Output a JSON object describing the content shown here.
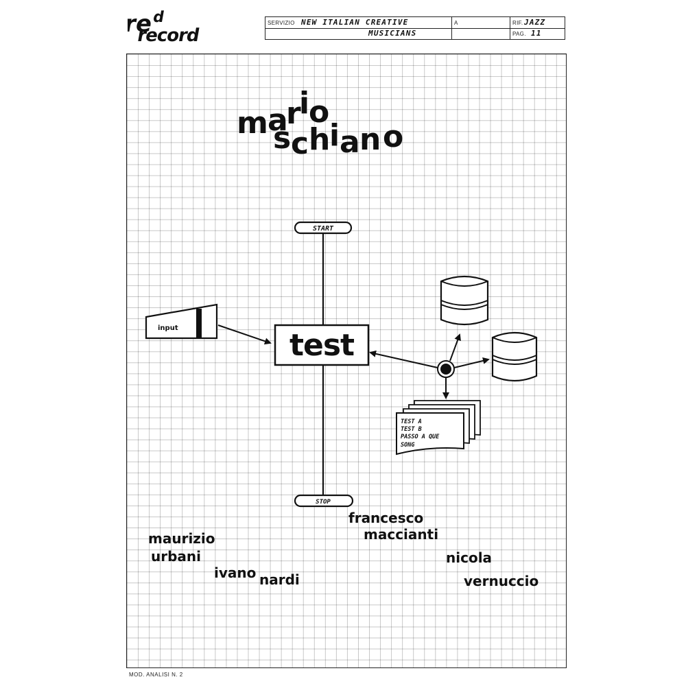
{
  "logo": {
    "text": "red record"
  },
  "header": {
    "servizio_label": "SERVIZIO",
    "servizio_line1": "NEW ITALIAN CREATIVE",
    "servizio_line2": "MUSICIANS",
    "a_label": "A",
    "rif_label": "RIF.",
    "rif_value": "JAZZ",
    "pag_label": "PAG.",
    "pag_value": "11"
  },
  "title": {
    "first": "mario",
    "last": "schiano"
  },
  "flow": {
    "start_label": "START",
    "stop_label": "STOP",
    "process_label": "test",
    "input_label": "input",
    "document_lines": [
      "TEST A",
      "TEST B",
      "PASSO A QUE",
      "SONG"
    ]
  },
  "credits": {
    "p1_first": "maurizio",
    "p1_last": "urbani",
    "p2_first": "ivano",
    "p2_last": "nardi",
    "p3_first": "francesco",
    "p3_last": "maccianti",
    "p4_first": "nicola",
    "p4_last": "vernuccio"
  },
  "footer": {
    "form_code": "MOD. ANALISI N. 2"
  }
}
